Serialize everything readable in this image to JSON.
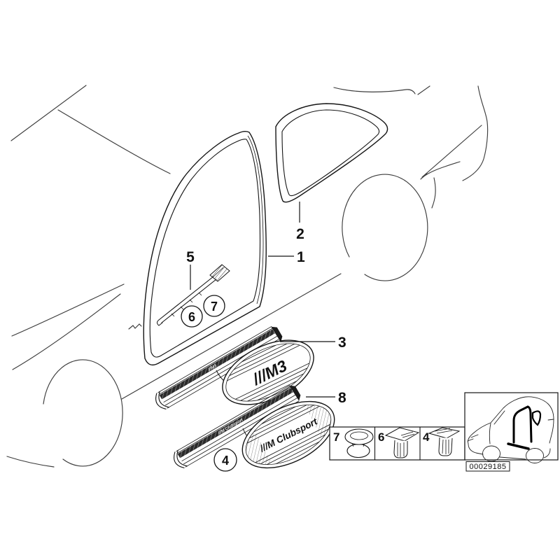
{
  "canvas": {
    "background": "#ffffff",
    "line_color": "#151515",
    "sketch_line_color": "#3d3d3d"
  },
  "callouts": {
    "c1": "1",
    "c2": "2",
    "c3": "3",
    "c4": "4",
    "c5": "5",
    "c6": "6",
    "c7": "7",
    "c8": "8"
  },
  "emblems": {
    "m3": "///M3",
    "clubsport": "///M Clubsport"
  },
  "legend_cells": [
    {
      "label": "7"
    },
    {
      "label": "6"
    },
    {
      "label": "4"
    }
  ],
  "diagram_number": "00029185"
}
